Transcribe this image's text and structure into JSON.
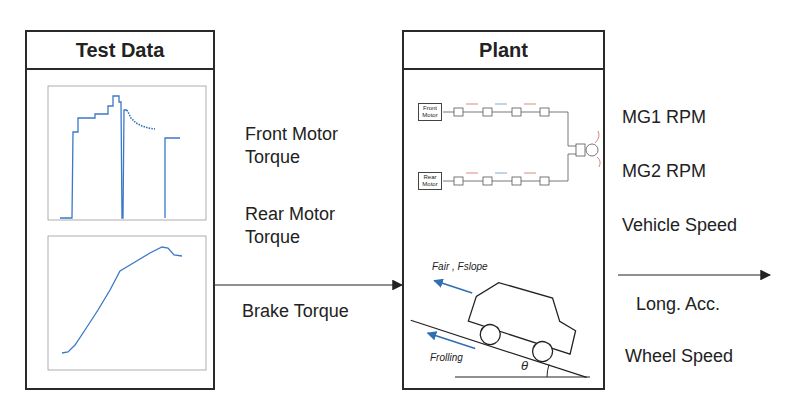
{
  "diagram": {
    "nodes": [
      {
        "text": [
          "Test Data"
        ]
      },
      {
        "text": [
          "Plant"
        ]
      },
      {
        "text": [
          "Front Motor"
        ],
        "in": 1
      },
      {
        "text": [
          "Rear Motor"
        ],
        "in": 1
      }
    ],
    "edges": [
      {
        "from": 0,
        "to": 1,
        "arrow": "to"
      }
    ],
    "labels": [
      "Front Motor Torque",
      "Rear Motor Torque",
      "Brake Torque",
      "Fair , Fslope",
      "Frolling",
      "θ",
      "MG1 RPM",
      "MG2 RPM",
      "Vehicle Speed",
      "Long. Acc.",
      "Wheel Speed"
    ]
  }
}
